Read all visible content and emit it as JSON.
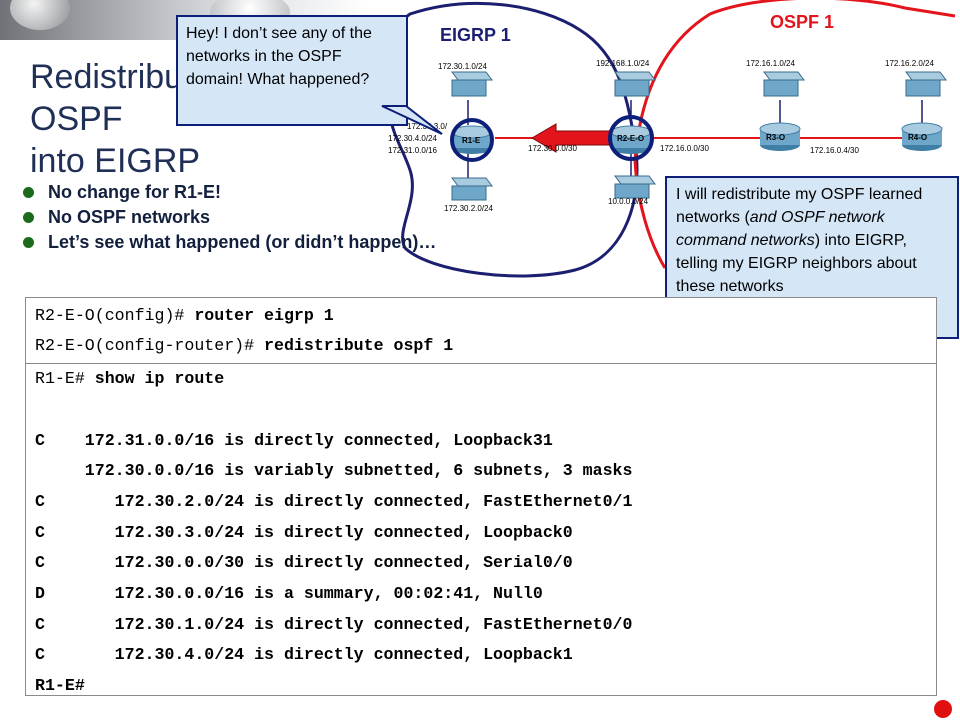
{
  "slide": {
    "title_line1": "Redistributing OSPF",
    "title_line2": "into EIGRP"
  },
  "bullets": [
    "No change for R1-E!",
    "No OSPF networks",
    "Let’s see what happened (or didn’t happen)…"
  ],
  "domains": {
    "eigrp": "EIGRP 1",
    "ospf": "OSPF 1"
  },
  "diagram": {
    "routers": {
      "r1": "R1-E",
      "r2": "R2-E-O",
      "r3": "R3-O",
      "r4": "R4-O"
    },
    "networks": {
      "r1_top": "172.30.1.0/24",
      "r1_left_a": "172.30.3.0/",
      "r1_left_b": "172.30.4.0/24",
      "r1_left_c": "172.31.0.0/16",
      "r1_bottom": "172.30.2.0/24",
      "r1_r2_link": "172.30.0.0/30",
      "r2_top": "192.168.1.0/24",
      "r2_bottom": "10.0.0.0/24",
      "r2_r3_link": "172.16.0.0/30",
      "r3_top": "172.16.1.0/24",
      "r3_r4_link": "172.16.0.4/30",
      "r4_top": "172.16.2.0/24"
    }
  },
  "callouts": {
    "r1": "Hey! I don’t see any of the networks in the OSPF domain! What happened?",
    "r2_part1": "I will redistribute my OSPF learned networks (",
    "r2_italic": "and OSPF network command networks",
    "r2_part2": ") into EIGRP, telling my EIGRP neighbors about these networks"
  },
  "cli": {
    "config": [
      {
        "prompt": "R2-E-O(config)# ",
        "command": "router eigrp 1"
      },
      {
        "prompt": "R2-E-O(config-router)# ",
        "command": "redistribute ospf 1"
      }
    ],
    "show": {
      "prompt": "R1-E# ",
      "command": "show ip route",
      "routes": [
        "C    172.31.0.0/16 is directly connected, Loopback31",
        "     172.30.0.0/16 is variably subnetted, 6 subnets, 3 masks",
        "C       172.30.2.0/24 is directly connected, FastEthernet0/1",
        "C       172.30.3.0/24 is directly connected, Loopback0",
        "C       172.30.0.0/30 is directly connected, Serial0/0",
        "D       172.30.0.0/16 is a summary, 00:02:41, Null0",
        "C       172.30.1.0/24 is directly connected, FastEthernet0/0",
        "C       172.30.4.0/24 is directly connected, Loopback1"
      ],
      "end_prompt": "R1-E#"
    }
  },
  "colors": {
    "eigrp": "#1c1f70",
    "ospf": "#e3141c",
    "callout_bg": "#d5e7f7",
    "router": "#6ea7c9"
  }
}
